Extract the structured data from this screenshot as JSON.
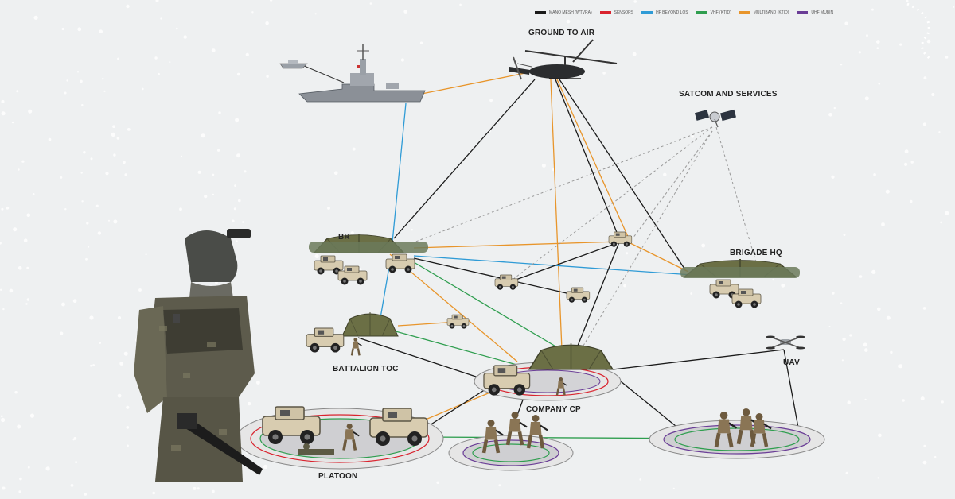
{
  "legend": [
    {
      "label": "MANO MESH (WTVRA)",
      "color": "#1a1a1a"
    },
    {
      "label": "SENSORS",
      "color": "#d9232e"
    },
    {
      "label": "HF BEYOND LOS",
      "color": "#2f9bd6"
    },
    {
      "label": "VHF (KTID)",
      "color": "#2f9e4f"
    },
    {
      "label": "MULTIBAND (KTID)",
      "color": "#e8952b"
    },
    {
      "label": "UHF MUBIN",
      "color": "#6a3d96"
    }
  ],
  "labels": {
    "ground_to_air": "GROUND TO AIR",
    "satcom": "SATCOM AND SERVICES",
    "brigade_hq": "BRIGADE HQ",
    "battalion_toc": "BATTALION TOC",
    "company_cp": "COMPANY CP",
    "uav": "UAV",
    "platoon": "PLATOON",
    "partial_br": "BR"
  },
  "colors": {
    "mesh": "#1a1a1a",
    "sensors": "#d9232e",
    "hf": "#2f9bd6",
    "vhf": "#2f9e4f",
    "multiband": "#e8952b",
    "uhf": "#6a3d96",
    "tan_vehicle": "#d8ccb0",
    "tent": "#6b6f45",
    "background": "#eef0f1"
  },
  "icons": [
    "destroyer-ship-icon",
    "patrol-boat-icon",
    "helicopter-icon",
    "satellite-icon",
    "uav-drone-icon",
    "humvee-icon",
    "tent-icon",
    "soldier-icon"
  ]
}
